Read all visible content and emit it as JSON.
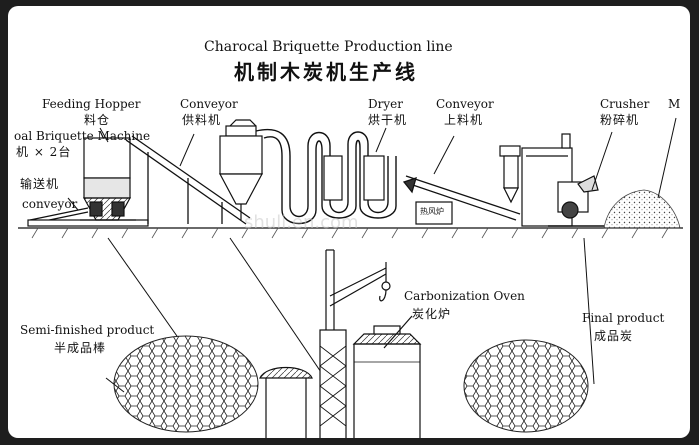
{
  "title": {
    "en": "Charocal Briquette Production line",
    "zh": "机制木炭机生产线"
  },
  "labels": {
    "feeding_hopper_en": "Feeding Hopper",
    "feeding_hopper_zh": "料仓",
    "conveyor1_en": "Conveyor",
    "conveyor1_zh": "供料机",
    "dryer_en": "Dryer",
    "dryer_zh": "烘干机",
    "conveyor2_en": "Conveyor",
    "conveyor2_zh": "上料机",
    "crusher_en": "Crusher",
    "crusher_zh": "粉碎机",
    "material_en": "M",
    "briquette_machine_en": "oal Briquette Machine",
    "briquette_machine_zh": "机 × 2台",
    "conveyor3_zh": "输送机",
    "conveyor3_en": "conveyor",
    "carbonization_en": "Carbonization Oven",
    "carbonization_zh": "炭化炉",
    "semi_en": "Semi-finished product",
    "semi_zh": "半成品棒",
    "final_en": "Final product",
    "final_zh": "成品炭",
    "furnace_tag_zh": "热风炉"
  },
  "watermark": "shuli.en.com"
}
